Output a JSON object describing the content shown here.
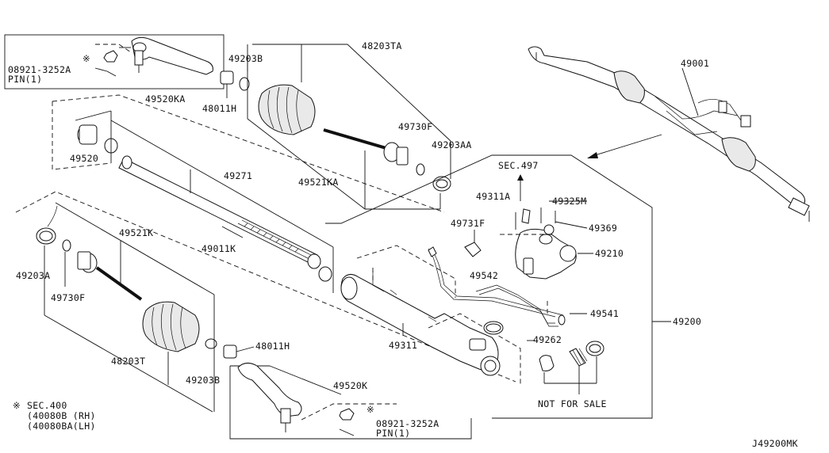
{
  "diagram_code": "J49200MK",
  "labels": {
    "p48203TA": "48203TA",
    "p49203B_top": "49203B",
    "p48011H_top": "48011H",
    "p49520KA": "49520KA",
    "p08921_top": "08921-3252A",
    "pin_top": "PIN(1)",
    "p49520": "49520",
    "p49271": "49271",
    "p49730F_top": "49730F",
    "p49203AA": "49203AA",
    "p49521KA": "49521KA",
    "p49011K": "49011K",
    "p49521K": "49521K",
    "p49203A": "49203A",
    "p49730F_bot": "49730F",
    "p48203T": "48203T",
    "p49203B_bot": "49203B",
    "p48011H_bot": "48011H",
    "p49520K": "49520K",
    "p08921_bot": "08921-3252A",
    "pin_bot": "PIN(1)",
    "p49311": "49311",
    "p49542": "49542",
    "p49731F": "49731F",
    "p49311A": "49311A",
    "p49325M": "49325M",
    "p49369": "49369",
    "p49210": "49210",
    "p49541": "49541",
    "p49262": "49262",
    "p49200": "49200",
    "p49001": "49001",
    "sec497": "SEC.497",
    "not_for_sale": "NOT FOR SALE",
    "sec400": "SEC.400",
    "sec400_rh": "(40080B (RH)",
    "sec400_lh": "(40080BA(LH)",
    "asterisk": "※"
  }
}
